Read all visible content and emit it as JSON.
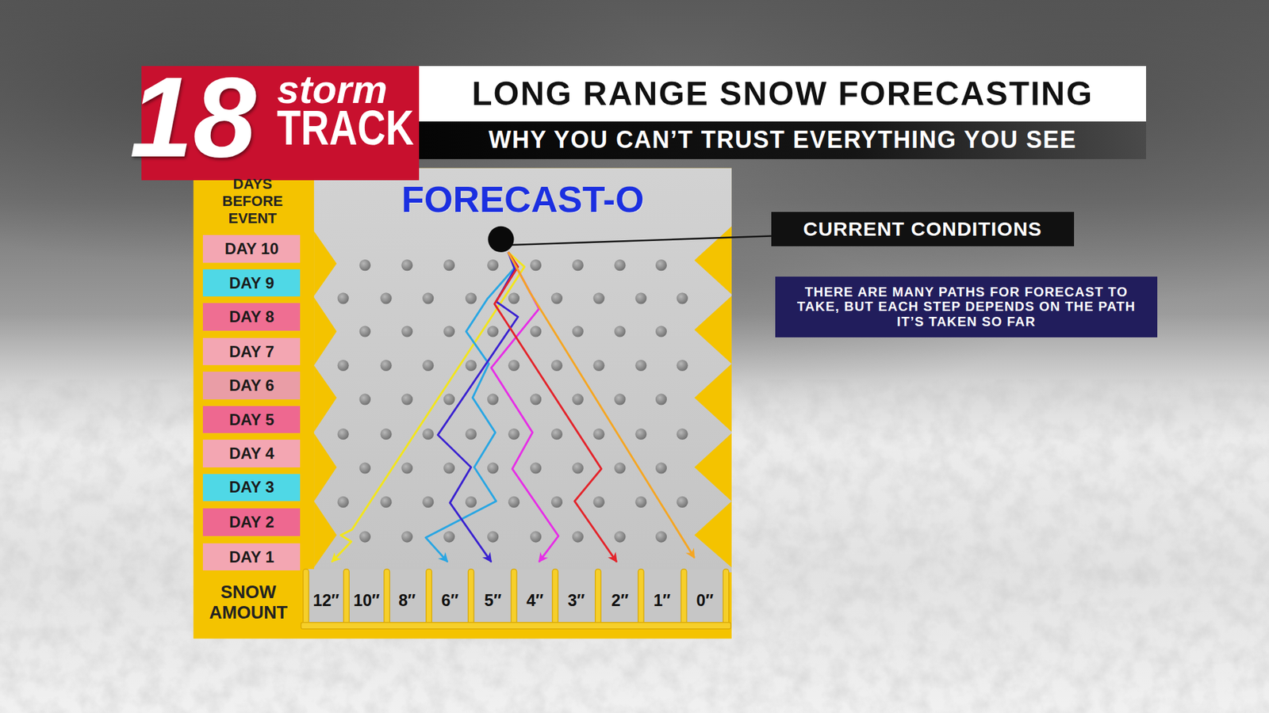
{
  "diagram": {
    "title": "LONG RANGE SNOW FORECASTING",
    "nodes": [
      {
        "text": [
          "18",
          "storm",
          "TRACK"
        ]
      },
      {
        "text": [
          "WHY YOU CAN’T TRUST EVERYTHING YOU SEE"
        ]
      },
      {
        "text": [
          "DAYS BEFORE EVENT",
          "SNOW AMOUNT"
        ]
      },
      {
        "text": [
          "DAY 10"
        ],
        "in": 2
      },
      {
        "text": [
          "DAY 9"
        ],
        "in": 2
      },
      {
        "text": [
          "DAY 8"
        ],
        "in": 2
      },
      {
        "text": [
          "DAY 7"
        ],
        "in": 2
      },
      {
        "text": [
          "DAY 6"
        ],
        "in": 2
      },
      {
        "text": [
          "DAY 5"
        ],
        "in": 2
      },
      {
        "text": [
          "DAY 4"
        ],
        "in": 2
      },
      {
        "text": [
          "DAY 3"
        ],
        "in": 2
      },
      {
        "text": [
          "DAY 2"
        ],
        "in": 2
      },
      {
        "text": [
          "DAY 1"
        ],
        "in": 2
      },
      {
        "text": [
          "FORECAST-O"
        ],
        "in": 2
      },
      {
        "text": [
          "CURRENT CONDITIONS"
        ]
      },
      {
        "text": [
          "THERE ARE MANY PATHS FOR FORECAST TO TAKE, BUT EACH STEP DEPENDS ON THE PATH IT’S TAKEN SO FAR"
        ]
      }
    ],
    "labels": [
      "12″",
      "10″",
      "8″",
      "6″",
      "5″",
      "4″",
      "3″",
      "2″",
      "1″",
      "0″"
    ]
  }
}
